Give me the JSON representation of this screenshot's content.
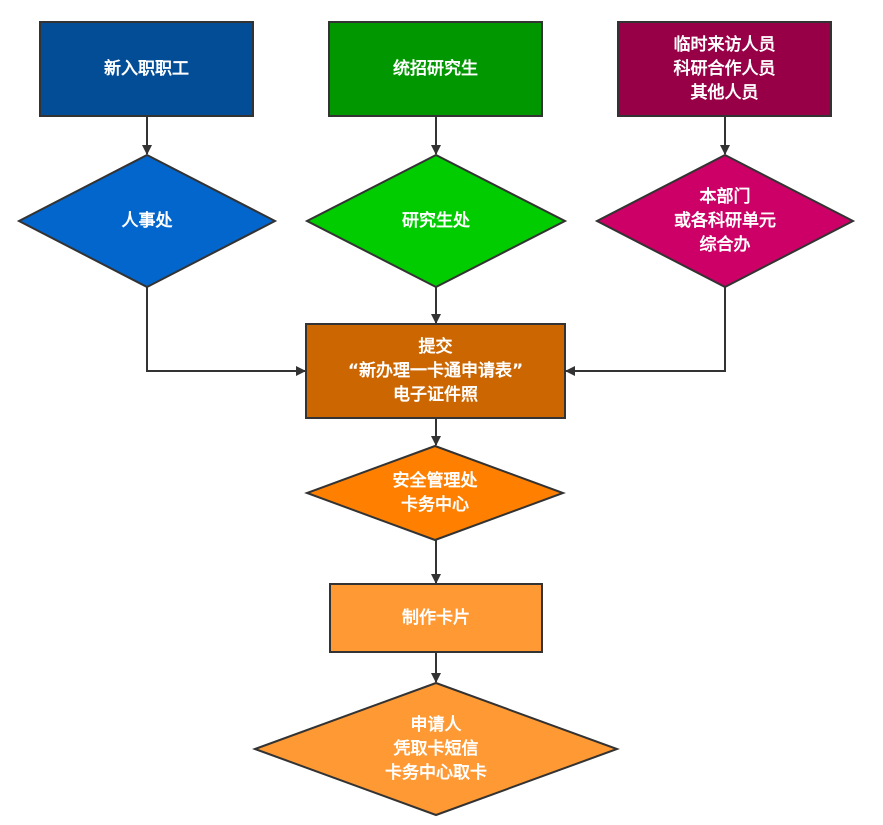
{
  "nodes": {
    "new_staff": {
      "lines": [
        "新入职职工"
      ],
      "color": "#034C96"
    },
    "grad_students": {
      "lines": [
        "统招研究生"
      ],
      "color": "#019700"
    },
    "visitors": {
      "lines": [
        "临时来访人员",
        "科研合作人员",
        "其他人员"
      ],
      "color": "#970046"
    },
    "hr_office": {
      "lines": [
        "人事处"
      ],
      "color": "#0366CC"
    },
    "grad_office": {
      "lines": [
        "研究生处"
      ],
      "color": "#00CC00"
    },
    "dept_office": {
      "lines": [
        "本部门",
        "或各科研单元",
        "综合办"
      ],
      "color": "#CC0066"
    },
    "submit_form": {
      "lines": [
        "提交",
        "“新办理一卡通申请表”",
        "电子证件照"
      ],
      "color": "#CC6600"
    },
    "security_office": {
      "lines": [
        "安全管理处",
        "卡务中心"
      ],
      "color": "#FF8000"
    },
    "make_card": {
      "lines": [
        "制作卡片"
      ],
      "color": "#FF9933"
    },
    "pickup_card": {
      "lines": [
        "申请人",
        "凭取卡短信",
        "卡务中心取卡"
      ],
      "color": "#FF9933"
    }
  }
}
